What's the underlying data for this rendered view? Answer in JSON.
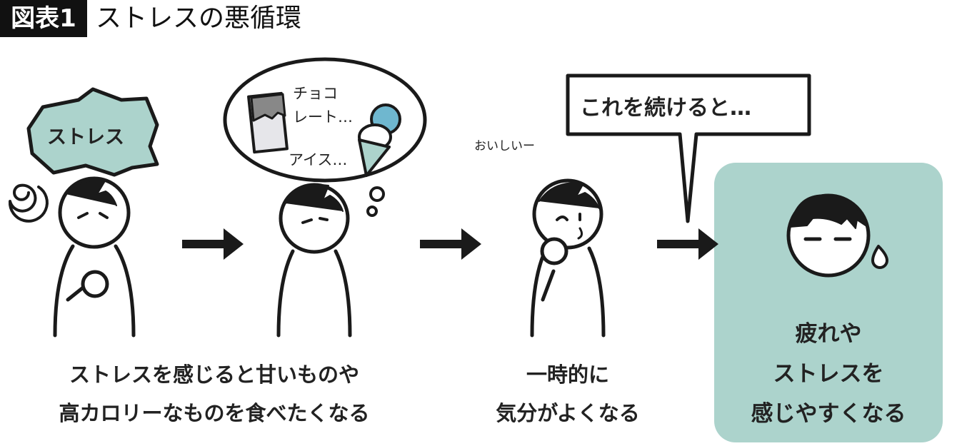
{
  "header": {
    "badge": "図表1",
    "title": "ストレスの悪循環"
  },
  "panel1": {
    "cloud_text": "ストレス",
    "caption_line1": "ストレスを感じると甘いものや",
    "caption_line2": "高カロリーなものを食べたくなる"
  },
  "panel2": {
    "chocolate_label_1": "チョコ",
    "chocolate_label_2": "レート…",
    "ice_label": "アイス…"
  },
  "panel3": {
    "speech": "おいしいー",
    "caption_line1": "一時的に",
    "caption_line2": "気分がよくなる"
  },
  "callout": {
    "text": "これを続けると…"
  },
  "panel4": {
    "line1": "疲れや",
    "line2": "ストレスを",
    "line3": "感じやすくなる"
  },
  "colors": {
    "teal": "#acd3cc",
    "ink": "#1a1a1a",
    "ice_blue": "#6fb7cf"
  }
}
